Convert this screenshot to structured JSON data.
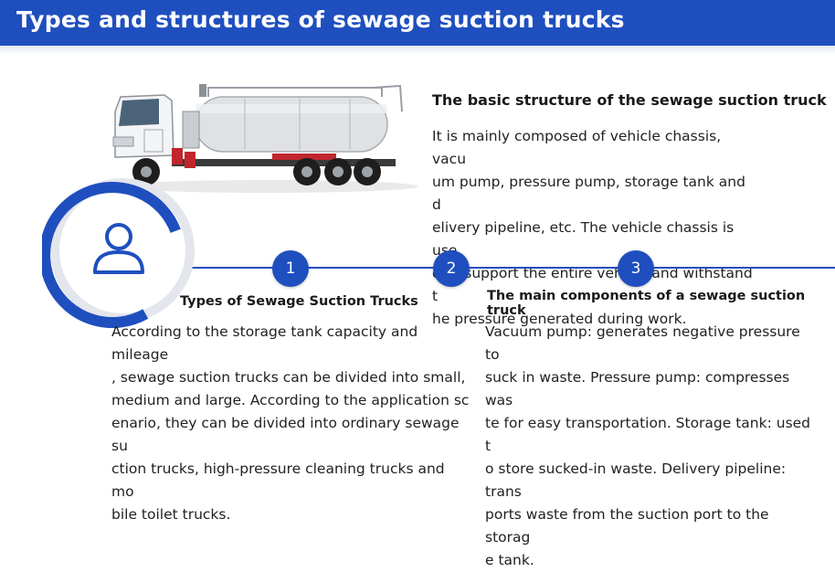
{
  "header": {
    "title": "Types and structures of sewage suction trucks"
  },
  "colors": {
    "accent": "#1f4fbf",
    "text": "#222222",
    "ring_grey": "#e3e6ec"
  },
  "icons": {
    "center": "user-icon",
    "illustration": "sewage-truck-image"
  },
  "sections": {
    "basic": {
      "heading": "The basic structure of the sewage suction truck",
      "lines": [
        "It is mainly composed of vehicle chassis, vacu",
        "um pump, pressure pump, storage tank and d",
        "elivery pipeline, etc. The vehicle chassis is use",
        "d to support the entire vehicle and withstand t",
        "he pressure generated during work."
      ]
    },
    "types": {
      "heading": "Types of Sewage Suction Trucks",
      "lines": [
        "According to the storage tank capacity and mileage",
        ", sewage suction trucks can be divided into small,",
        "medium and large. According to the application sc",
        "enario, they can be divided into ordinary sewage su",
        "ction trucks, high-pressure cleaning trucks and mo",
        "bile toilet trucks."
      ]
    },
    "components": {
      "heading": "The main components of a sewage suction truck",
      "lines": [
        "Vacuum pump: generates negative pressure to",
        "suck in waste. Pressure pump: compresses was",
        "te for easy transportation. Storage tank: used t",
        "o store sucked-in waste. Delivery pipeline: trans",
        "ports waste from the suction port to the storag",
        "e tank."
      ]
    }
  },
  "timeline": {
    "steps": [
      "1",
      "2",
      "3"
    ]
  }
}
